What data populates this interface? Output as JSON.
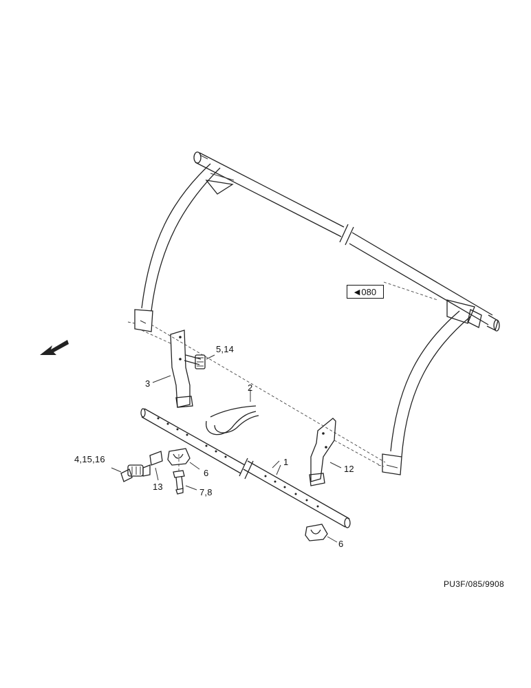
{
  "diagram": {
    "reference_box": {
      "arrow": "◀",
      "text": "080"
    },
    "labels": {
      "p2": "2",
      "p514": "5,14",
      "p3": "3",
      "p1": "1",
      "p12": "12",
      "p41516": "4,15,16",
      "p6a": "6",
      "p13": "13",
      "p78": "7,8",
      "p6b": "6"
    },
    "document_code": "PU3F/085/9908"
  }
}
